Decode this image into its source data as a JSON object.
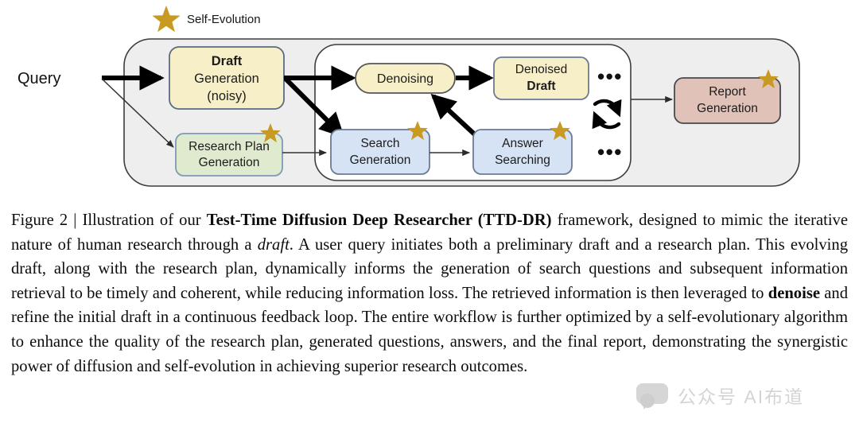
{
  "figure": {
    "legend": {
      "icon": "star-icon",
      "label": "Self-Evolution"
    },
    "input": {
      "label": "Query"
    },
    "outer_container": {
      "name": "workflow-container"
    },
    "inner_container": {
      "name": "iterative-loop-container"
    },
    "nodes": {
      "draft_generation": {
        "line1": "Draft",
        "line2": "Generation",
        "line3": "(noisy)",
        "fill": "#f7efc8",
        "stroke": "#5b6b84"
      },
      "research_plan_generation": {
        "line1": "Research Plan",
        "line2": "Generation",
        "fill": "#dfeacf",
        "stroke": "#7d9bb5"
      },
      "denoising": {
        "line1": "Denoising",
        "fill": "#f7efc8",
        "stroke": "#555555"
      },
      "denoised_draft": {
        "line1": "Denoised",
        "line2": "Draft",
        "fill": "#f7efc8",
        "stroke": "#6b7b94"
      },
      "search_generation": {
        "line1": "Search",
        "line2": "Generation",
        "fill": "#d5e3f4",
        "stroke": "#6b7b94"
      },
      "answer_searching": {
        "line1": "Answer",
        "line2": "Searching",
        "fill": "#d5e3f4",
        "stroke": "#6b7b94"
      },
      "report_generation": {
        "line1": "Report",
        "line2": "Generation",
        "fill": "#e0c2b8",
        "stroke": "#4a4a4a"
      }
    },
    "ellipsis": {
      "top": "•••",
      "bottom": "•••"
    },
    "loop_icon": "refresh-cycle-icon",
    "colors": {
      "star_gold": "#c89a22",
      "outer_panel": "#eeeeee",
      "inner_panel": "#ffffff",
      "panel_border": "#3d3d3d",
      "arrow_dark": "#000000",
      "arrow_thin": "#333333"
    }
  },
  "caption": {
    "parts": [
      {
        "text": "Figure 2 | Illustration of our ",
        "style": "normal"
      },
      {
        "text": "Test-Time Diffusion Deep Researcher (TTD-DR)",
        "style": "bold"
      },
      {
        "text": " framework, designed to mimic the iterative nature of human research through a ",
        "style": "normal"
      },
      {
        "text": "draft",
        "style": "italic"
      },
      {
        "text": ". A user query initiates both a preliminary draft and a research plan. This evolving draft, along with the research plan, dynamically informs the generation of search questions and subsequent information retrieval to be timely and coherent, while reducing information loss. The retrieved information is then leveraged to ",
        "style": "normal"
      },
      {
        "text": "denoise",
        "style": "bold"
      },
      {
        "text": " and refine the initial draft in a continuous feedback loop. The entire workflow is further optimized by a self-evolutionary algorithm to enhance the quality of the research plan, generated questions, answers, and the final report, demonstrating the synergistic power of diffusion and self-evolution in achieving superior research outcomes.",
        "style": "normal"
      }
    ]
  },
  "watermark": {
    "icon": "chat-bubble-icon",
    "text": "公众号  AI布道"
  }
}
